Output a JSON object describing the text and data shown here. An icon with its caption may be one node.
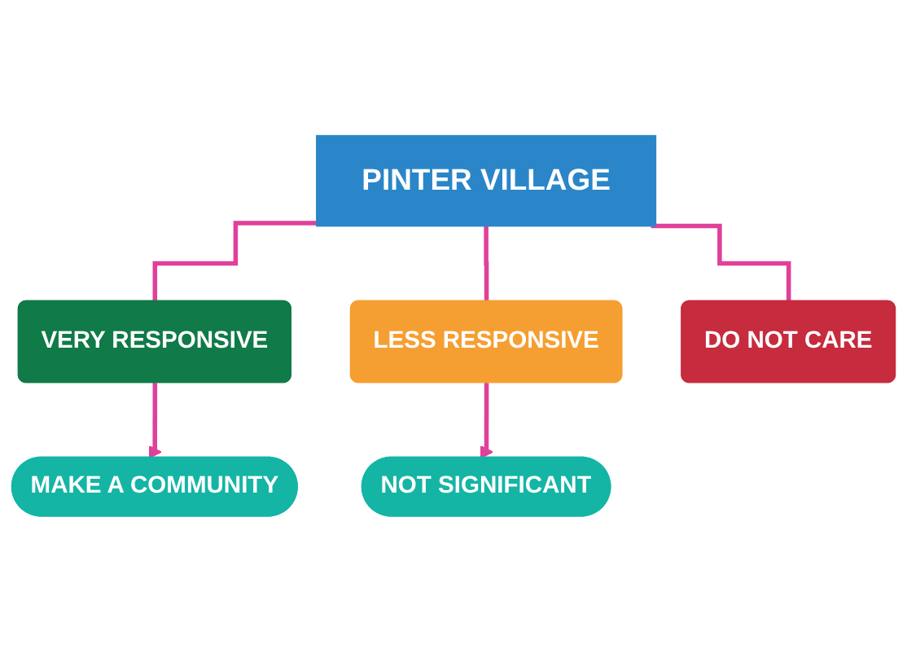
{
  "diagram": {
    "nodes": [
      {
        "text": [
          "PINTER VILLAGE"
        ]
      },
      {
        "text": [
          "VERY RESPONSIVE"
        ]
      },
      {
        "text": [
          "LESS RESPONSIVE"
        ]
      },
      {
        "text": [
          "DO NOT CARE"
        ]
      },
      {
        "text": [
          "MAKE A COMMUNITY"
        ]
      },
      {
        "text": [
          "NOT SIGNIFICANT"
        ]
      }
    ],
    "edges": [
      {
        "from": 0,
        "to": 1,
        "arrow": "none"
      },
      {
        "from": 0,
        "to": 2,
        "arrow": "none"
      },
      {
        "from": 0,
        "to": 3,
        "arrow": "none"
      },
      {
        "from": 1,
        "to": 4,
        "arrow": "to"
      },
      {
        "from": 2,
        "to": 5,
        "arrow": "to"
      }
    ]
  }
}
